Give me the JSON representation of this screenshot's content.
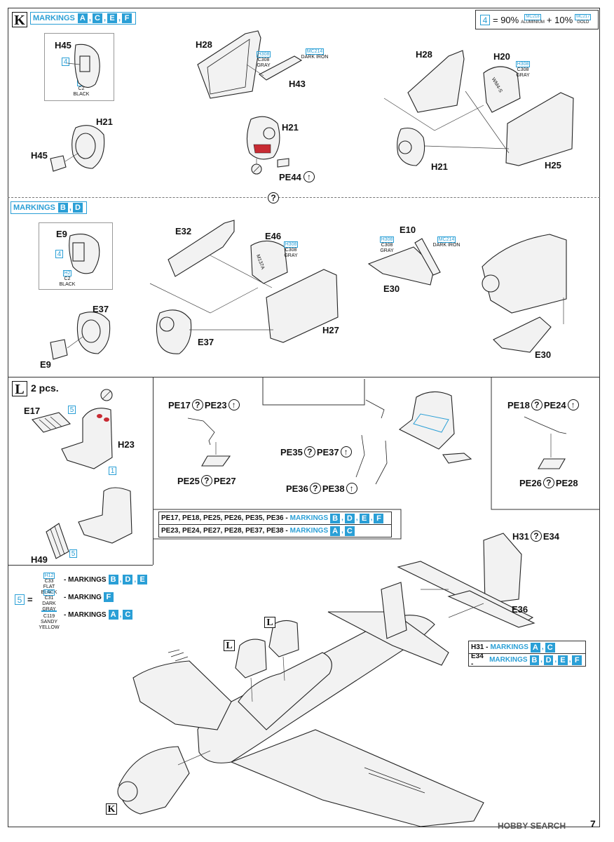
{
  "step_k": {
    "letter": "K",
    "markings_label": "MARKINGS",
    "markings": [
      "A",
      "C",
      "E",
      "F"
    ],
    "ratio": {
      "number": "4",
      "pct1": "= 90%",
      "code1": "MC218",
      "name1": "ALUMINIUM",
      "plus": "+ 10%",
      "code2": "MC217",
      "name2": "GOLD"
    },
    "parts": {
      "h45_top": "H45",
      "h45_box": "4",
      "h45_paint_code": "H2",
      "h45_paint_c": "C2",
      "h45_paint_name": "BLACK",
      "h21_left": "H21",
      "h45_left": "H45",
      "h28": "H28",
      "h28_paint_h": "H308",
      "h28_paint_c": "C308",
      "h28_paint_name": "GRAY",
      "h43_mc": "MC214",
      "h43_paint_name": "DARK IRON",
      "h43": "H43",
      "h21_mid": "H21",
      "pe44": "PE44",
      "h28_right": "H28",
      "h20": "H20",
      "h20_paint_h": "H308",
      "h20_paint_c": "C308",
      "h20_paint_name": "GRAY",
      "h21_right": "H21",
      "h25": "H25",
      "wm_stencil": "WM4-S"
    }
  },
  "step_bd": {
    "markings_label": "MARKINGS",
    "markings": [
      "B",
      "D"
    ],
    "parts": {
      "e9_top": "E9",
      "e9_box": "4",
      "e9_paint_code": "H2",
      "e9_paint_c": "C2",
      "e9_paint_name": "BLACK",
      "e37_left": "E37",
      "e9_left": "E9",
      "e32": "E32",
      "e46": "E46",
      "e46_paint_h": "H308",
      "e46_paint_c": "C308",
      "e46_paint_name": "GRAY",
      "e37_mid": "E37",
      "h27": "H27",
      "stencil": "M137A",
      "e10": "E10",
      "e10_paint_h": "H308",
      "e10_paint_c": "C308",
      "e10_paint_name": "GRAY",
      "e10_mc": "MC214",
      "e10_paint_name2": "DARK IRON",
      "e30_top": "E30",
      "e30_bottom": "E30"
    }
  },
  "step_l": {
    "letter": "L",
    "qty": "2 pcs.",
    "parts": {
      "e17": "E17",
      "e17_box": "5",
      "h23": "H23",
      "h23_box": "1",
      "h49": "H49",
      "h49_box": "5"
    },
    "paint_legend": [
      {
        "h": "H12",
        "c": "C33",
        "name": "FLAT BLACK",
        "label": "- MARKINGS",
        "marks": [
          "B",
          "D",
          "E"
        ]
      },
      {
        "h": "H82",
        "c": "C31",
        "name": "DARK GRAY",
        "label": "- MARKING",
        "marks": [
          "F"
        ]
      },
      {
        "h": "",
        "c": "C119",
        "name": "SANDY YELLOW",
        "label": "- MARKINGS",
        "marks": [
          "A",
          "C"
        ]
      }
    ],
    "legend_number": "5",
    "legend_eq": "="
  },
  "belts": {
    "pe17": "PE17",
    "pe23": "PE23",
    "pe25": "PE25",
    "pe27": "PE27",
    "pe35": "PE35",
    "pe37": "PE37",
    "pe36": "PE36",
    "pe38": "PE38",
    "pe18": "PE18",
    "pe24": "PE24",
    "pe26": "PE26",
    "pe28": "PE28",
    "legend": [
      {
        "parts": "PE17, PE18, PE25, PE26, PE35, PE36 -",
        "label": "MARKINGS",
        "marks": [
          "B",
          "D",
          "E",
          "F"
        ]
      },
      {
        "parts": "PE23, PE24, PE27, PE28, PE37, PE38 -",
        "label": "MARKINGS",
        "marks": [
          "A",
          "C"
        ]
      }
    ]
  },
  "assembly": {
    "h31_e34": "H31",
    "e34": "E34",
    "e36": "E36",
    "l1": "L",
    "l2": "L",
    "k": "K",
    "legend": [
      {
        "part": "H31 -",
        "label": "MARKINGS",
        "marks": [
          "A",
          "C"
        ]
      },
      {
        "part": "E34 -",
        "label": "MARKINGS",
        "marks": [
          "B",
          "D",
          "E",
          "F"
        ]
      }
    ]
  },
  "footer": {
    "watermark": "HOBBY SEARCH",
    "page": "7"
  },
  "colors": {
    "accent": "#2a9fd6",
    "ink": "#111111"
  }
}
